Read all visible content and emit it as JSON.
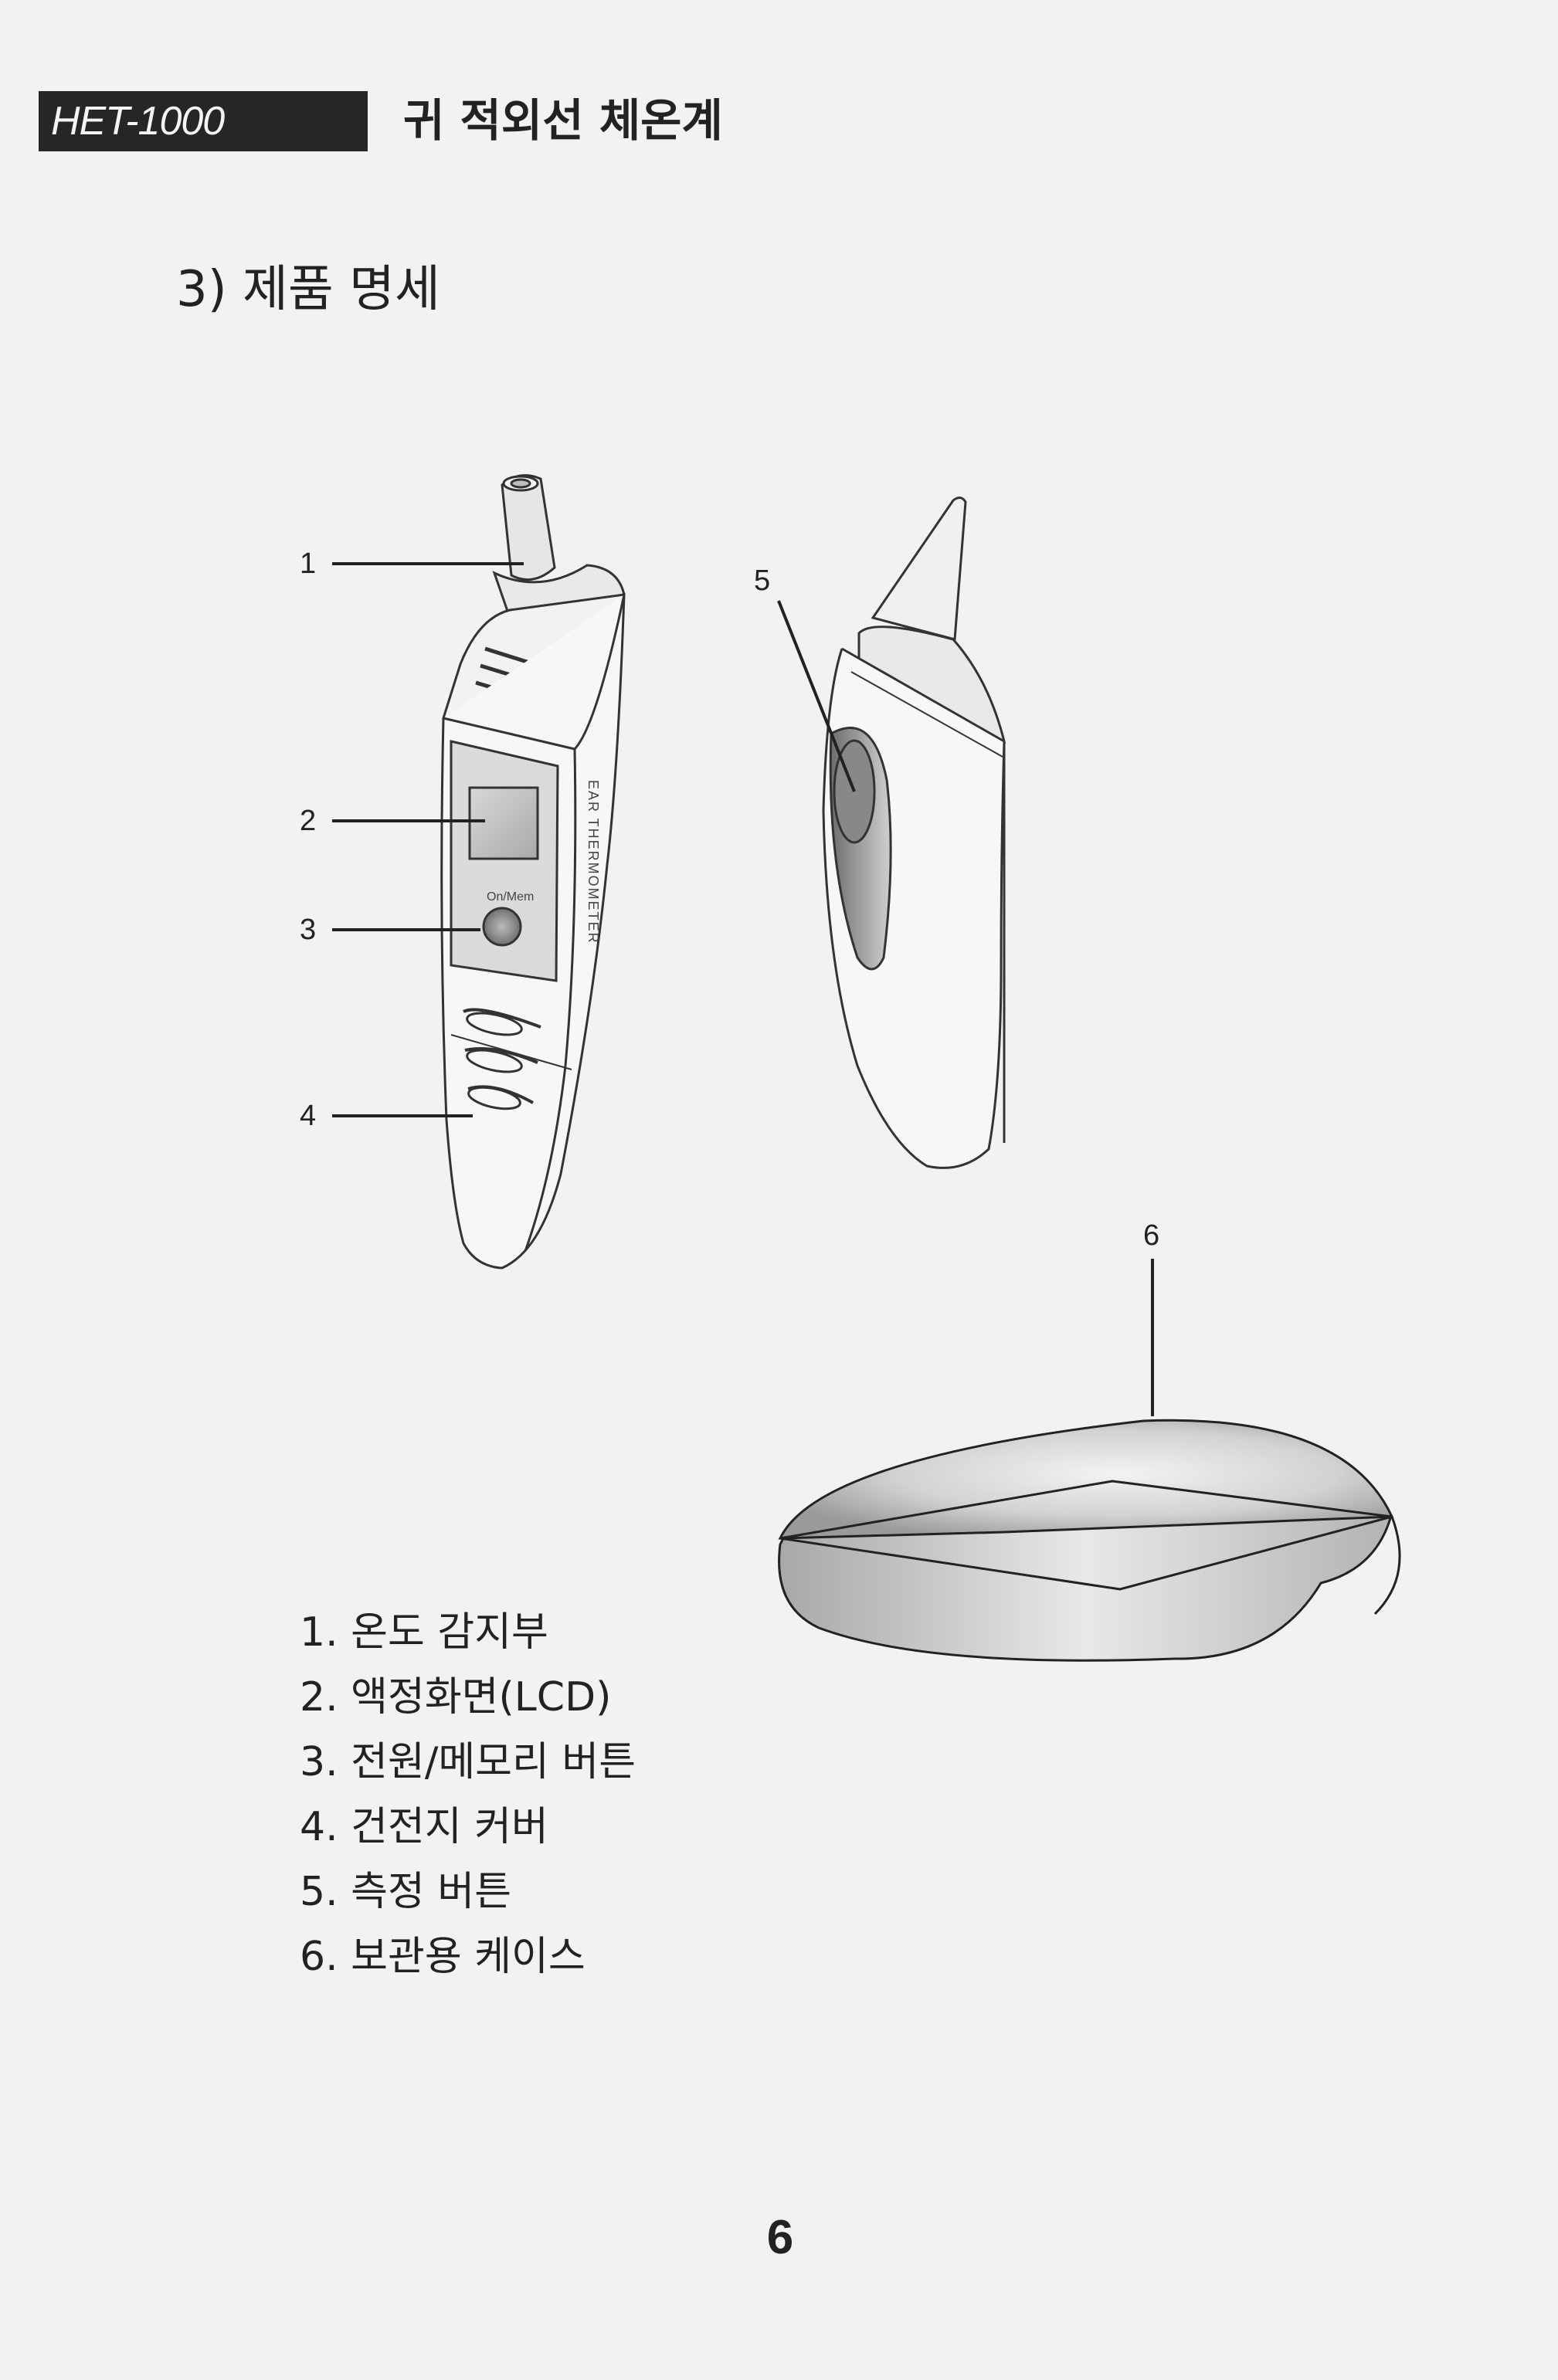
{
  "header": {
    "model": "HET-1000",
    "title": "귀 적외선 체온계"
  },
  "section_title": "3) 제품 명세",
  "device_label": "EAR THERMOMETER",
  "callouts": [
    "1",
    "2",
    "3",
    "4",
    "5",
    "6"
  ],
  "parts": [
    "1. 온도 감지부",
    "2. 액정화면(LCD)",
    "3. 전원/메모리 버튼",
    "4. 건전지 커버",
    "5. 측정 버튼",
    "6. 보관용 케이스"
  ],
  "page_number": "6"
}
